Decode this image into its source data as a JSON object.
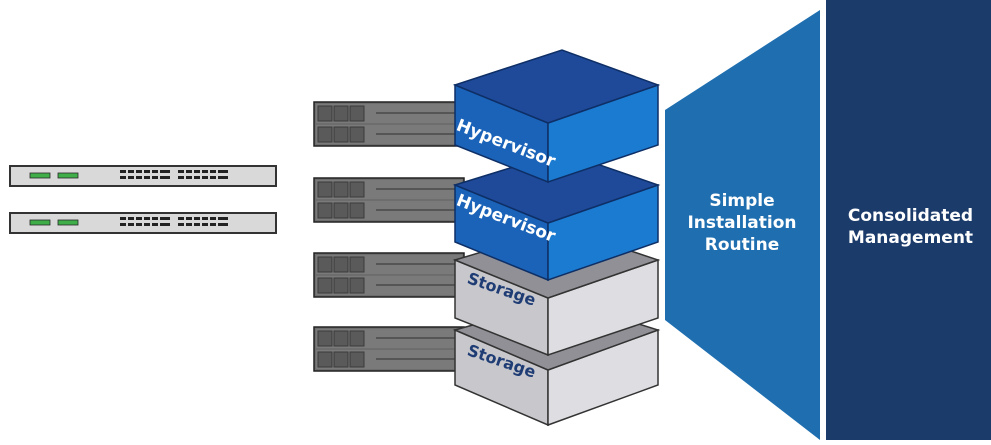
{
  "colors": {
    "hypervisor_top": "#1f4a9a",
    "hypervisor_side": "#1a6fc4",
    "storage_top": "#8e8e92",
    "storage_side": "#d4d4d8",
    "install_panel": "#1f6fb0",
    "mgmt_panel": "#1b3b6b",
    "rack_body": "#6d6d6d",
    "switch_body": "#d9d9d9",
    "switch_port": "#3fae49"
  },
  "icons": [
    "network-switch-icon",
    "rack-server-icon"
  ],
  "stack": {
    "hypervisor_1": "Hypervisor",
    "hypervisor_2": "Hypervisor",
    "storage_1": "Storage",
    "storage_2": "Storage"
  },
  "install_panel": {
    "line1": "Simple",
    "line2": "Installation",
    "line3": "Routine"
  },
  "mgmt_panel": {
    "line1": "Consolidated",
    "line2": "Management"
  }
}
